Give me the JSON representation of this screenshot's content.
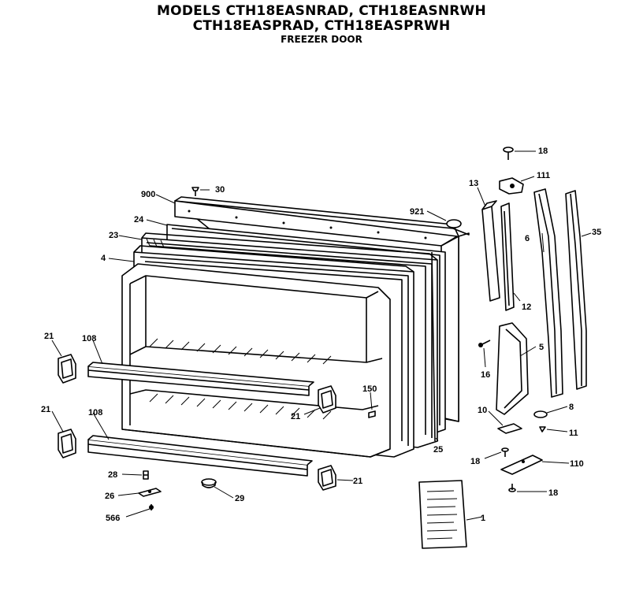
{
  "header": {
    "line1": "MODELS CTH18EASNRAD, CTH18EASNRWH",
    "line2": "CTH18EASPRAD, CTH18EASPRWH",
    "line3": "FREEZER DOOR"
  },
  "callouts": {
    "c18a": "18",
    "c111": "111",
    "c13": "13",
    "c6": "6",
    "c35": "35",
    "c921": "921",
    "c900": "900",
    "c30": "30",
    "c24": "24",
    "c23": "23",
    "c4": "4",
    "c12": "12",
    "c5": "5",
    "c16": "16",
    "c21a": "21",
    "c108a": "108",
    "c150": "150",
    "c21b": "21",
    "c10": "10",
    "c8": "8",
    "c11": "11",
    "c21c": "21",
    "c108b": "108",
    "c25": "25",
    "c18b": "18",
    "c110": "110",
    "c28": "28",
    "c21d": "21",
    "c26": "26",
    "c29": "29",
    "c18c": "18",
    "c566": "566",
    "c1": "1"
  }
}
